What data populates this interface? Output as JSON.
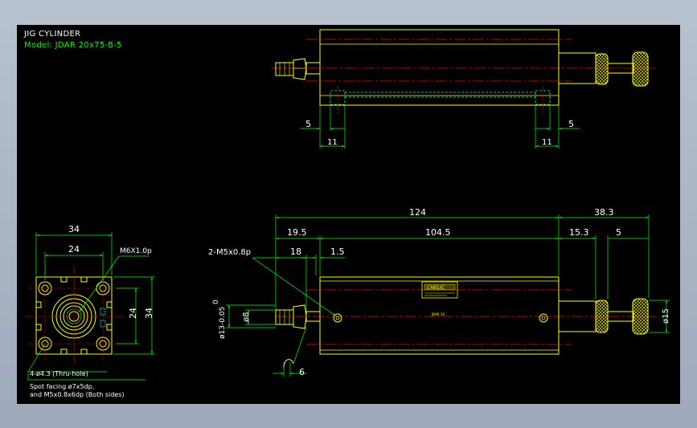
{
  "title": {
    "heading": "JIG CYLINDER",
    "model": "Model:  JDAR 20x75-B-5"
  },
  "colors": {
    "background": "#000000",
    "outline": "#ffff00",
    "dimension": "#00ff00",
    "centerline": "#ff0000",
    "hidden": "#00ffff",
    "text_white": "#ffffff"
  },
  "top_view": {
    "dim_left_5": "5",
    "dim_right_5": "5",
    "dim_left_11": "11",
    "dim_right_11": "11"
  },
  "end_view": {
    "dim_34_top": "34",
    "dim_24_top": "24",
    "thread_label": "M6X1.0p",
    "dim_24_side": "24",
    "dim_34_side": "34",
    "hole_note": "4-ø4.3 (Thru-hole)",
    "spot_note_1": "Spot facing ø7x5dp,",
    "spot_note_2": "and M5x0.8x6dp (Both sides)"
  },
  "side_view": {
    "dim_124": "124",
    "dim_38_3": "38.3",
    "dim_19_5": "19.5",
    "dim_104_5": "104.5",
    "dim_15_3": "15.3",
    "dim_5": "5",
    "dim_18": "18",
    "dim_1_5": "1.5",
    "port_label": "2-M5x0.8p",
    "tol_upper": "0",
    "tol_lower": "ø13-0.05",
    "dim_phi8": "ø8",
    "dim_phi15": "ø15",
    "dim_6": "6",
    "nameplate_brand": "CHELIC",
    "nameplate_model": "JDAR 20"
  }
}
